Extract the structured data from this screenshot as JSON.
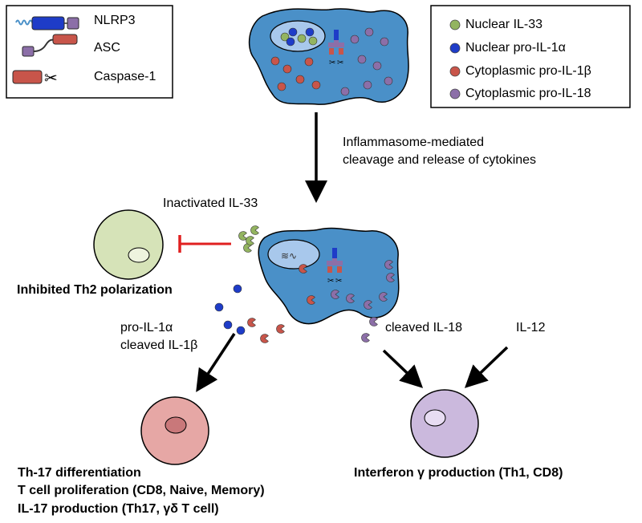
{
  "legend_proteins": {
    "items": [
      {
        "name": "NLRP3",
        "label": "NLRP3"
      },
      {
        "name": "ASC",
        "label": "ASC"
      },
      {
        "name": "Caspase-1",
        "label": "Caspase-1"
      }
    ]
  },
  "legend_cytokines": {
    "items": [
      {
        "label": "Nuclear IL-33",
        "color": "#93B460"
      },
      {
        "label": "Nuclear pro-IL-1α",
        "color": "#1E3CC8"
      },
      {
        "label": "Cytoplasmic pro-IL-1β",
        "color": "#C8554A"
      },
      {
        "label": "Cytoplasmic pro-IL-18",
        "color": "#8C6FA8"
      }
    ]
  },
  "process_label": {
    "line1": "Inflammasome-mediated",
    "line2": "cleavage and release of cytokines"
  },
  "labels": {
    "inactivated_il33": "Inactivated IL-33",
    "th2_outcome": "Inhibited Th2 polarization",
    "pro_il1a": "pro-IL-1α",
    "cleaved_il1b": "cleaved IL-1β",
    "cleaved_il18": "cleaved IL-18",
    "il12": "IL-12",
    "interferon_outcome": "Interferon γ production (Th1, CD8)",
    "th17_outcomes": [
      "Th-17 differentiation",
      "T cell proliferation (CD8, Naive, Memory)",
      "IL-17 production (Th17, γδ T cell)"
    ]
  },
  "colors": {
    "macrophage": "#4A90C8",
    "nucleus": "#A8C8EC",
    "th2_cell": "#D6E3B8",
    "th17_cell": "#E6A7A5",
    "th1_cell": "#CBB9DD",
    "inhibit_line": "#E02020",
    "il33": "#93B460",
    "il1a": "#1E3CC8",
    "il1b": "#C8554A",
    "il18": "#8C6FA8"
  }
}
